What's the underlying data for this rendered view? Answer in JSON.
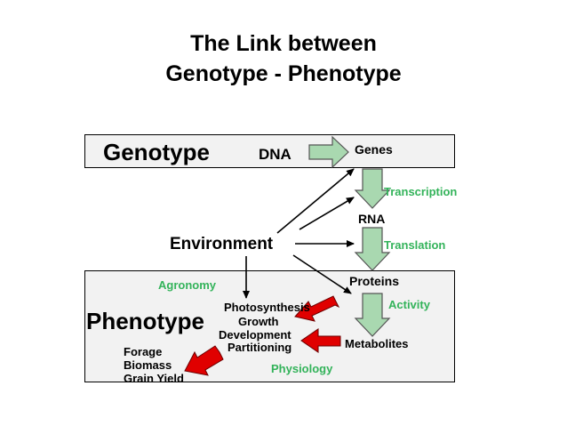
{
  "title": {
    "line1": "The Link between",
    "line2": "Genotype - Phenotype"
  },
  "genotype": {
    "label": "Genotype",
    "dna": "DNA",
    "genes": "Genes"
  },
  "pathway": {
    "transcription": "Transcription",
    "rna": "RNA",
    "translation": "Translation",
    "proteins": "Proteins",
    "activity": "Activity",
    "metabolites": "Metabolites"
  },
  "environment": "Environment",
  "phenotype": {
    "label": "Phenotype",
    "agronomy": "Agronomy",
    "physiology": "Physiology",
    "processes": [
      "Photosynthesis",
      "Growth",
      "Development",
      "Partitioning"
    ],
    "traits": [
      "Forage",
      "Biomass",
      "Grain Yield"
    ]
  },
  "colors": {
    "block_arrow_fill": "#a9d8b0",
    "red_arrow": "#e00000",
    "green_text": "#33b35a",
    "box_fill": "#f2f2f2"
  }
}
